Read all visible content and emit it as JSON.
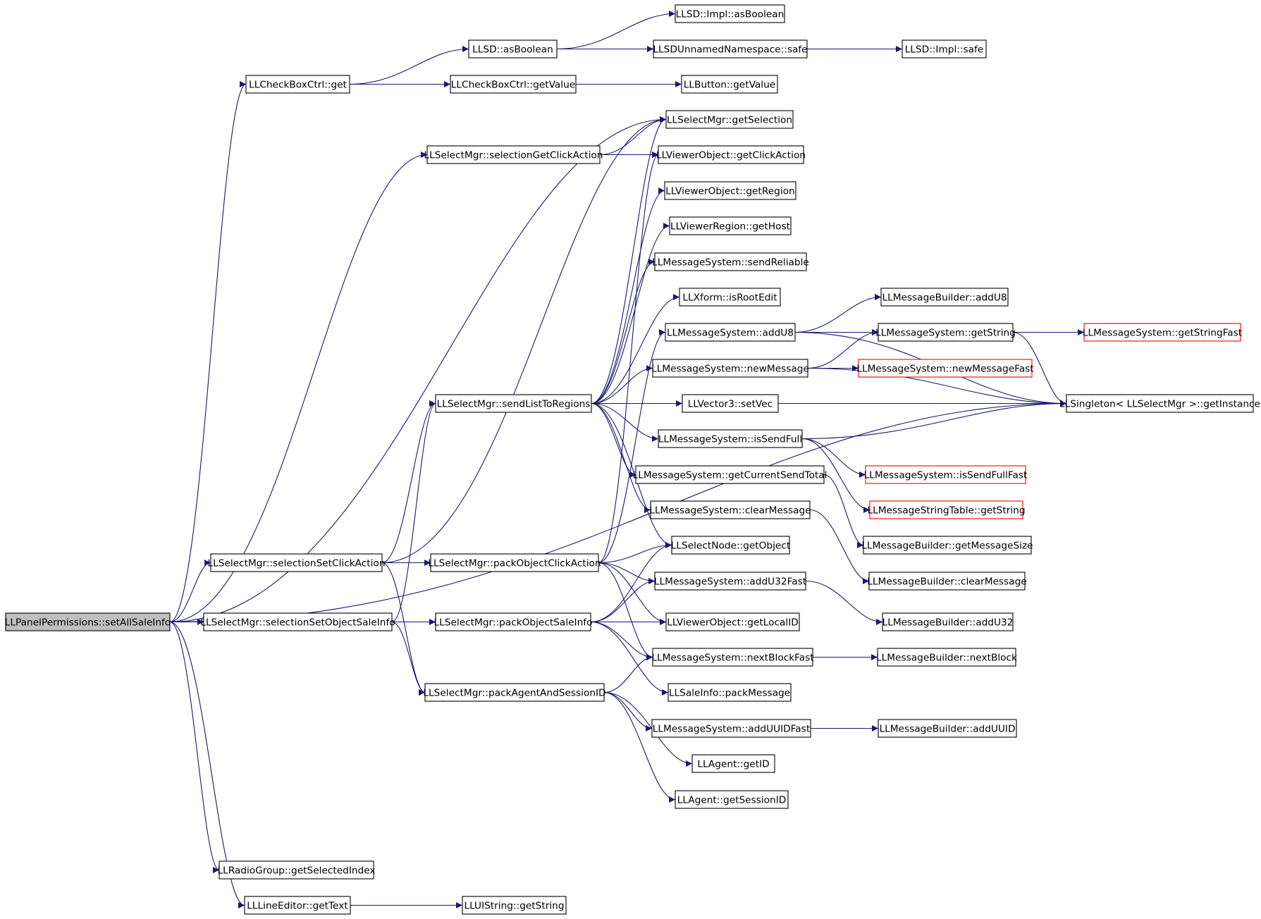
{
  "graph": {
    "colors": {
      "edge": "#191970",
      "node_border": "#000000",
      "truncated_border": "#ff0000",
      "root_fill": "#bfbfbf"
    },
    "nodes": [
      {
        "id": "root",
        "label": "LLPanelPermissions::setAllSaleInfo",
        "root": true
      },
      {
        "id": "cbget",
        "label": "LLCheckBoxCtrl::get"
      },
      {
        "id": "lsdasb",
        "label": "LLSD::asBoolean"
      },
      {
        "id": "implasb",
        "label": "LLSD::Impl::asBoolean"
      },
      {
        "id": "unsafe",
        "label": "LLSDUnnamedNamespace::safe"
      },
      {
        "id": "implsafe",
        "label": "LLSD::Impl::safe"
      },
      {
        "id": "cbgetval",
        "label": "LLCheckBoxCtrl::getValue"
      },
      {
        "id": "btngetval",
        "label": "LLButton::getValue"
      },
      {
        "id": "getsel",
        "label": "LLSelectMgr::getSelection"
      },
      {
        "id": "selgetclick",
        "label": "LLSelectMgr::selectionGetClickAction"
      },
      {
        "id": "vogetclick",
        "label": "LLViewerObject::getClickAction"
      },
      {
        "id": "vogetregion",
        "label": "LLViewerObject::getRegion"
      },
      {
        "id": "vrgethost",
        "label": "LLViewerRegion::getHost"
      },
      {
        "id": "sendrel",
        "label": "LLMessageSystem::sendReliable"
      },
      {
        "id": "isroot",
        "label": "LLXform::isRootEdit"
      },
      {
        "id": "mbaddu8",
        "label": "LLMessageBuilder::addU8"
      },
      {
        "id": "msaddu8",
        "label": "LLMessageSystem::addU8"
      },
      {
        "id": "msgetstr",
        "label": "LLMessageSystem::getString"
      },
      {
        "id": "msgetstrfast",
        "label": "LLMessageSystem::getStringFast",
        "truncated": true
      },
      {
        "id": "newmsg",
        "label": "LLMessageSystem::newMessage"
      },
      {
        "id": "newmsgfast",
        "label": "LLMessageSystem::newMessageFast",
        "truncated": true
      },
      {
        "id": "sendlist",
        "label": "LLSelectMgr::sendListToRegions"
      },
      {
        "id": "setvec",
        "label": "LLVector3::setVec"
      },
      {
        "id": "singleton",
        "label": "LLSingleton< LLSelectMgr >::getInstance"
      },
      {
        "id": "issendfull",
        "label": "LLMessageSystem::isSendFull"
      },
      {
        "id": "issendfullfast",
        "label": "LLMessageSystem::isSendFullFast",
        "truncated": true
      },
      {
        "id": "getcursend",
        "label": "LLMessageSystem::getCurrentSendTotal"
      },
      {
        "id": "strtable",
        "label": "LLMessageStringTable::getString",
        "truncated": true
      },
      {
        "id": "clearmsg",
        "label": "LLMessageSystem::clearMessage"
      },
      {
        "id": "mbgetsize",
        "label": "LLMessageBuilder::getMessageSize"
      },
      {
        "id": "selnode",
        "label": "LLSelectNode::getObject"
      },
      {
        "id": "selsetclick",
        "label": "LLSelectMgr::selectionSetClickAction"
      },
      {
        "id": "packclick",
        "label": "LLSelectMgr::packObjectClickAction"
      },
      {
        "id": "mbclear",
        "label": "LLMessageBuilder::clearMessage"
      },
      {
        "id": "addu32fast",
        "label": "LLMessageSystem::addU32Fast"
      },
      {
        "id": "selsetsale",
        "label": "LLSelectMgr::selectionSetObjectSaleInfo"
      },
      {
        "id": "packsale",
        "label": "LLSelectMgr::packObjectSaleInfo"
      },
      {
        "id": "vogetlocal",
        "label": "LLViewerObject::getLocalID"
      },
      {
        "id": "mbaddu32",
        "label": "LLMessageBuilder::addU32"
      },
      {
        "id": "nextblock",
        "label": "LLMessageSystem::nextBlockFast"
      },
      {
        "id": "mbnextblock",
        "label": "LLMessageBuilder::nextBlock"
      },
      {
        "id": "salepack",
        "label": "LLSaleInfo::packMessage"
      },
      {
        "id": "packagent",
        "label": "LLSelectMgr::packAgentAndSessionID"
      },
      {
        "id": "adduuidfast",
        "label": "LLMessageSystem::addUUIDFast"
      },
      {
        "id": "mbadduuid",
        "label": "LLMessageBuilder::addUUID"
      },
      {
        "id": "agentid",
        "label": "LLAgent::getID"
      },
      {
        "id": "agentsess",
        "label": "LLAgent::getSessionID"
      },
      {
        "id": "radio",
        "label": "LLRadioGroup::getSelectedIndex"
      },
      {
        "id": "linetext",
        "label": "LLLineEditor::getText"
      },
      {
        "id": "uistr",
        "label": "LLUIString::getString"
      }
    ],
    "edges": [
      [
        "root",
        "cbget"
      ],
      [
        "root",
        "selgetclick"
      ],
      [
        "root",
        "getsel"
      ],
      [
        "root",
        "selsetclick"
      ],
      [
        "root",
        "selsetsale"
      ],
      [
        "root",
        "singleton"
      ],
      [
        "root",
        "radio"
      ],
      [
        "root",
        "linetext"
      ],
      [
        "cbget",
        "lsdasb"
      ],
      [
        "cbget",
        "cbgetval"
      ],
      [
        "lsdasb",
        "implasb"
      ],
      [
        "lsdasb",
        "unsafe"
      ],
      [
        "unsafe",
        "implsafe"
      ],
      [
        "cbgetval",
        "btngetval"
      ],
      [
        "selgetclick",
        "getsel"
      ],
      [
        "selgetclick",
        "vogetclick"
      ],
      [
        "selsetclick",
        "getsel"
      ],
      [
        "selsetclick",
        "sendlist"
      ],
      [
        "selsetclick",
        "packagent"
      ],
      [
        "selsetclick",
        "packclick"
      ],
      [
        "selsetsale",
        "sendlist"
      ],
      [
        "selsetsale",
        "packagent"
      ],
      [
        "selsetsale",
        "packsale"
      ],
      [
        "sendlist",
        "getsel"
      ],
      [
        "sendlist",
        "vogetregion"
      ],
      [
        "sendlist",
        "vrgethost"
      ],
      [
        "sendlist",
        "sendrel"
      ],
      [
        "sendlist",
        "isroot"
      ],
      [
        "sendlist",
        "newmsg"
      ],
      [
        "sendlist",
        "setvec"
      ],
      [
        "sendlist",
        "issendfull"
      ],
      [
        "sendlist",
        "getcursend"
      ],
      [
        "sendlist",
        "clearmsg"
      ],
      [
        "sendlist",
        "selnode"
      ],
      [
        "sendlist",
        "singleton"
      ],
      [
        "packclick",
        "vogetclick"
      ],
      [
        "packclick",
        "msaddu8"
      ],
      [
        "packclick",
        "selnode"
      ],
      [
        "packclick",
        "addu32fast"
      ],
      [
        "packclick",
        "vogetlocal"
      ],
      [
        "packclick",
        "nextblock"
      ],
      [
        "packsale",
        "selnode"
      ],
      [
        "packsale",
        "addu32fast"
      ],
      [
        "packsale",
        "vogetlocal"
      ],
      [
        "packsale",
        "nextblock"
      ],
      [
        "packsale",
        "salepack"
      ],
      [
        "packagent",
        "nextblock"
      ],
      [
        "packagent",
        "adduuidfast"
      ],
      [
        "packagent",
        "agentid"
      ],
      [
        "packagent",
        "agentsess"
      ],
      [
        "msaddu8",
        "mbaddu8"
      ],
      [
        "msaddu8",
        "msgetstr"
      ],
      [
        "msaddu8",
        "singleton"
      ],
      [
        "newmsg",
        "msgetstr"
      ],
      [
        "newmsg",
        "newmsgfast"
      ],
      [
        "newmsg",
        "singleton"
      ],
      [
        "msgetstr",
        "msgetstrfast"
      ],
      [
        "msgetstr",
        "singleton"
      ],
      [
        "issendfull",
        "singleton"
      ],
      [
        "issendfull",
        "issendfullfast"
      ],
      [
        "issendfull",
        "strtable"
      ],
      [
        "getcursend",
        "mbgetsize"
      ],
      [
        "clearmsg",
        "mbclear"
      ],
      [
        "addu32fast",
        "mbaddu32"
      ],
      [
        "nextblock",
        "mbnextblock"
      ],
      [
        "adduuidfast",
        "mbadduuid"
      ],
      [
        "linetext",
        "uistr"
      ]
    ]
  }
}
